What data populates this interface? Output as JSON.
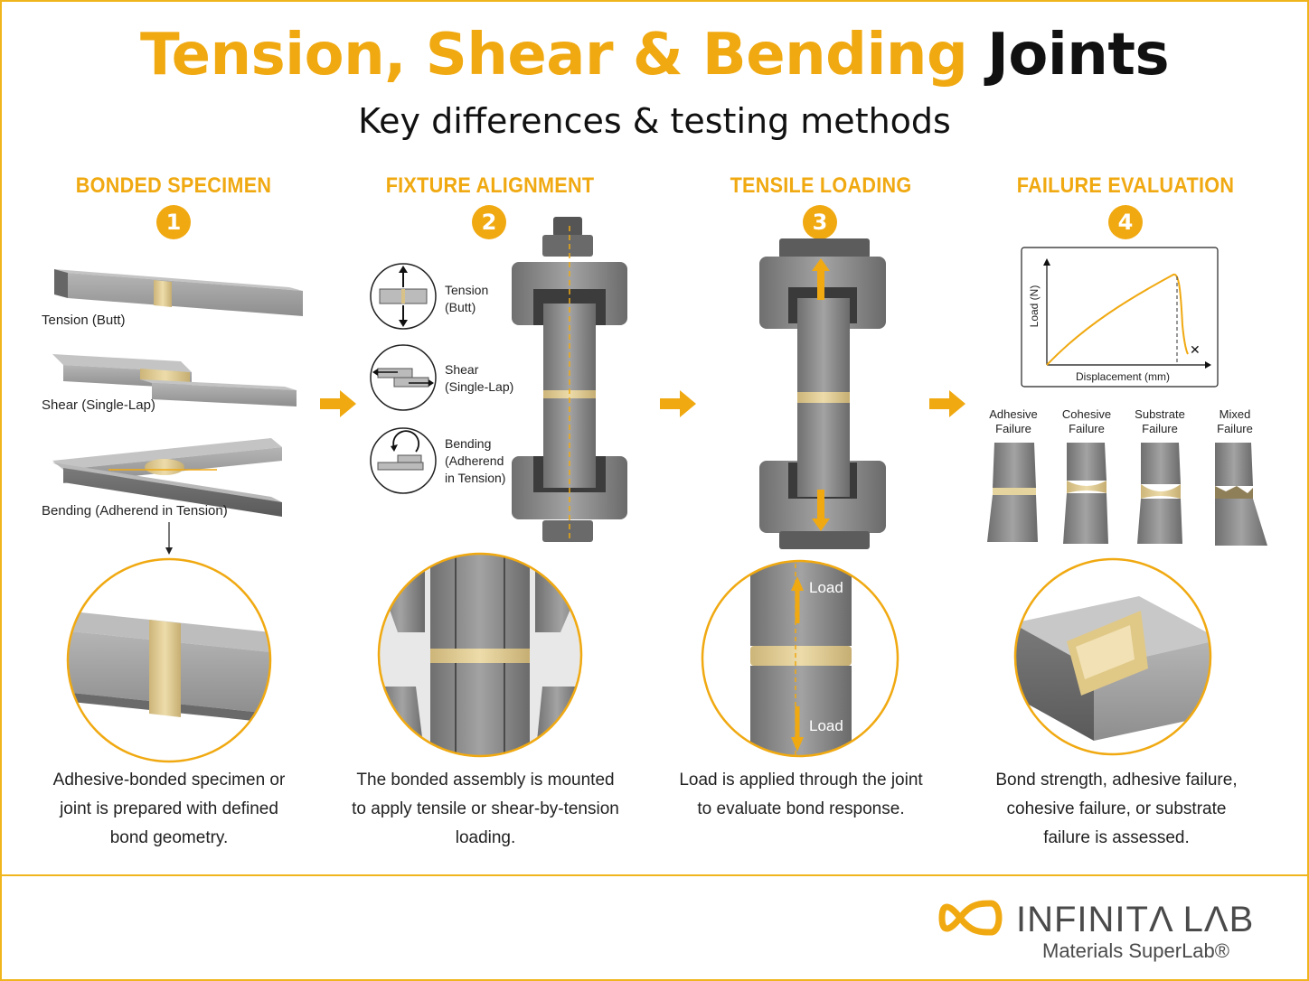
{
  "title": {
    "part1": "Tension, Shear & Bending",
    "part2": "Joints"
  },
  "subtitle": "Key differences & testing methods",
  "steps": [
    {
      "number": "1",
      "heading": "BONDED SPECIMEN",
      "description": [
        "Adhesive-bonded specimen or",
        "joint is prepared with defined",
        "bond geometry."
      ]
    },
    {
      "number": "2",
      "heading": "FIXTURE ALIGNMENT",
      "description": [
        "The bonded assembly is mounted",
        "to apply tensile or shear-by-tension",
        "loading."
      ]
    },
    {
      "number": "3",
      "heading": "TENSILE LOADING",
      "description": [
        "Load is applied through the joint",
        "to evaluate bond response."
      ]
    },
    {
      "number": "4",
      "heading": "FAILURE EVALUATION",
      "description": [
        "Bond strength, adhesive failure,",
        "cohesive failure, or substrate",
        "failure is assessed."
      ]
    }
  ],
  "specimens": [
    "Tension (Butt)",
    "Shear (Single-Lap)",
    "Bending (Adherend in Tension)"
  ],
  "fixture_icons": [
    {
      "lines": [
        "Tension",
        "(Butt)"
      ]
    },
    {
      "lines": [
        "Shear",
        "(Single-Lap)"
      ]
    },
    {
      "lines": [
        "Bending",
        "(Adherend",
        "in Tension)"
      ]
    }
  ],
  "load_labels": {
    "top": "Load",
    "bottom": "Load"
  },
  "graph": {
    "ylabel": "Load (N)",
    "xlabel": "Displacement (mm)"
  },
  "failure_modes": [
    {
      "lines": [
        "Adhesive",
        "Failure"
      ]
    },
    {
      "lines": [
        "Cohesive",
        "Failure"
      ]
    },
    {
      "lines": [
        "Substrate",
        "Failure"
      ]
    },
    {
      "lines": [
        "Mixed",
        "Failure"
      ]
    }
  ],
  "logo": {
    "name": "INFINITΛ LΛB",
    "tagline": "Materials SuperLab®"
  },
  "colors": {
    "accent": "#f0a911",
    "steel": "#8a8a8a",
    "adhesive": "#e8d49a"
  }
}
